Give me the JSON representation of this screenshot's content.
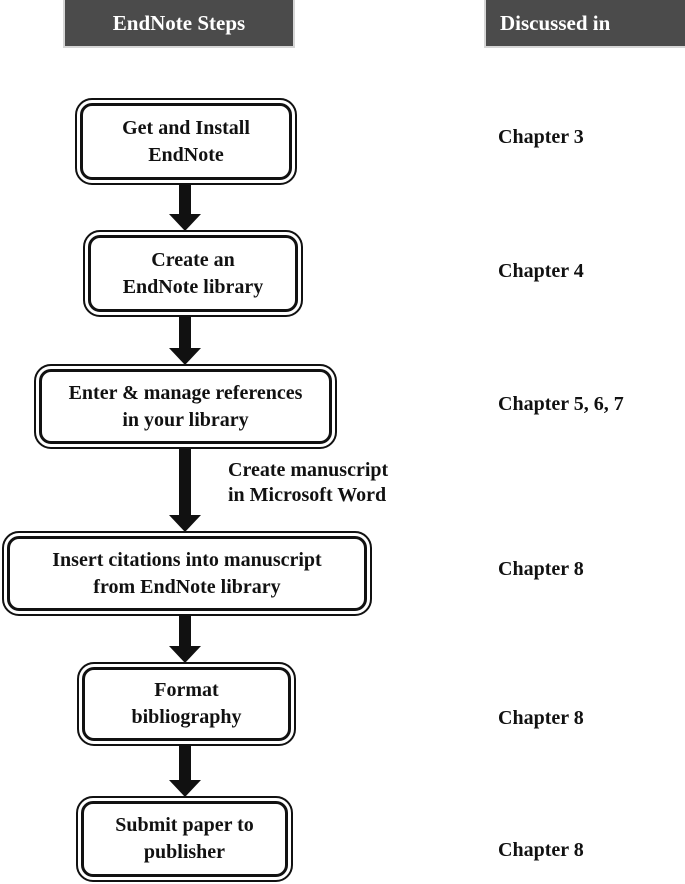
{
  "diagram": {
    "columns": [
      {
        "label": "EndNote Steps"
      },
      {
        "label": "Discussed in"
      }
    ],
    "steps": [
      {
        "label": "Get and Install\nEndNote",
        "chapter": "Chapter 3"
      },
      {
        "label": "Create an\nEndNote library",
        "chapter": "Chapter 4"
      },
      {
        "label": "Enter & manage references\nin your library",
        "chapter": "Chapter 5, 6, 7"
      },
      {
        "label": "Insert citations into manuscript\nfrom EndNote library",
        "chapter": "Chapter 8"
      },
      {
        "label": "Format\nbibliography",
        "chapter": "Chapter 8"
      },
      {
        "label": "Submit paper to\npublisher",
        "chapter": "Chapter 8"
      }
    ],
    "annotations": [
      {
        "label": "Create manuscript\nin Microsoft Word"
      }
    ],
    "colors": {
      "header_bg": "#4b4b4b",
      "header_text": "#ffffff",
      "header_edge": "#d6d6d6",
      "box_border": "#111111",
      "arrow": "#111111",
      "text": "#111111",
      "background": "#ffffff"
    }
  }
}
